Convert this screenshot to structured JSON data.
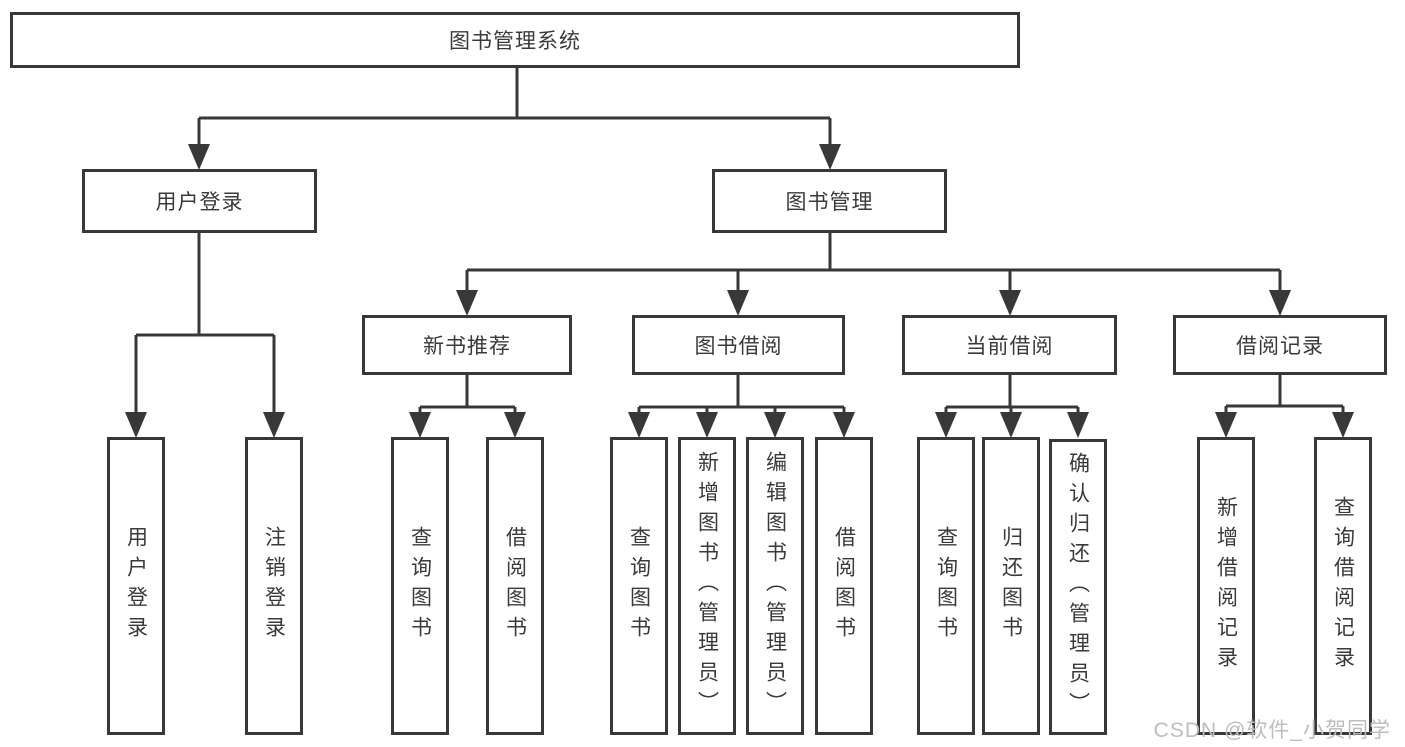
{
  "diagram_title": "图书管理系统",
  "tree": {
    "label": "图书管理系统",
    "children": [
      {
        "label": "用户登录",
        "children": [
          {
            "label": "用户登录"
          },
          {
            "label": "注销登录"
          }
        ]
      },
      {
        "label": "图书管理",
        "children": [
          {
            "label": "新书推荐",
            "children": [
              {
                "label": "查询图书"
              },
              {
                "label": "借阅图书"
              }
            ]
          },
          {
            "label": "图书借阅",
            "children": [
              {
                "label": "查询图书"
              },
              {
                "label": "新增图书（管理员）"
              },
              {
                "label": "编辑图书（管理员）"
              },
              {
                "label": "借阅图书"
              }
            ]
          },
          {
            "label": "当前借阅",
            "children": [
              {
                "label": "查询图书"
              },
              {
                "label": "归还图书"
              },
              {
                "label": "确认归还（管理员）"
              }
            ]
          },
          {
            "label": "借阅记录",
            "children": [
              {
                "label": "新增借阅记录"
              },
              {
                "label": "查询借阅记录"
              }
            ]
          }
        ]
      }
    ]
  },
  "watermark": {
    "text": "CSDN @软件_小贺同学"
  },
  "colors": {
    "line": "#383838",
    "box_border": "#383838",
    "text": "#3a3a3a",
    "watermark_text": "#bdbdbd",
    "background": "#ffffff"
  }
}
